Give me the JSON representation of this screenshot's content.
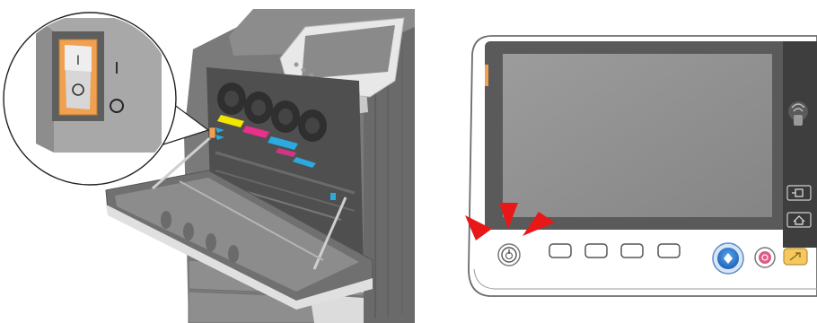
{
  "illustration": {
    "left": {
      "subject": "multifunction-printer-front-door-open",
      "callout": {
        "power_switch_symbols": [
          "I",
          "O"
        ],
        "highlight_color": "#f0a050"
      },
      "toner_colors": {
        "yellow": "#f2e600",
        "magenta": "#e8308c",
        "cyan": "#2aaae0"
      }
    },
    "right": {
      "subject": "control-panel",
      "indicator_color": "#f0a050",
      "start_button_color": "#2d7fd0",
      "stop_button_color": "#e05a8a",
      "pointer_arrow_color": "#e81818",
      "pointer_arrow_count": 3,
      "number_of_keys": 4
    }
  }
}
